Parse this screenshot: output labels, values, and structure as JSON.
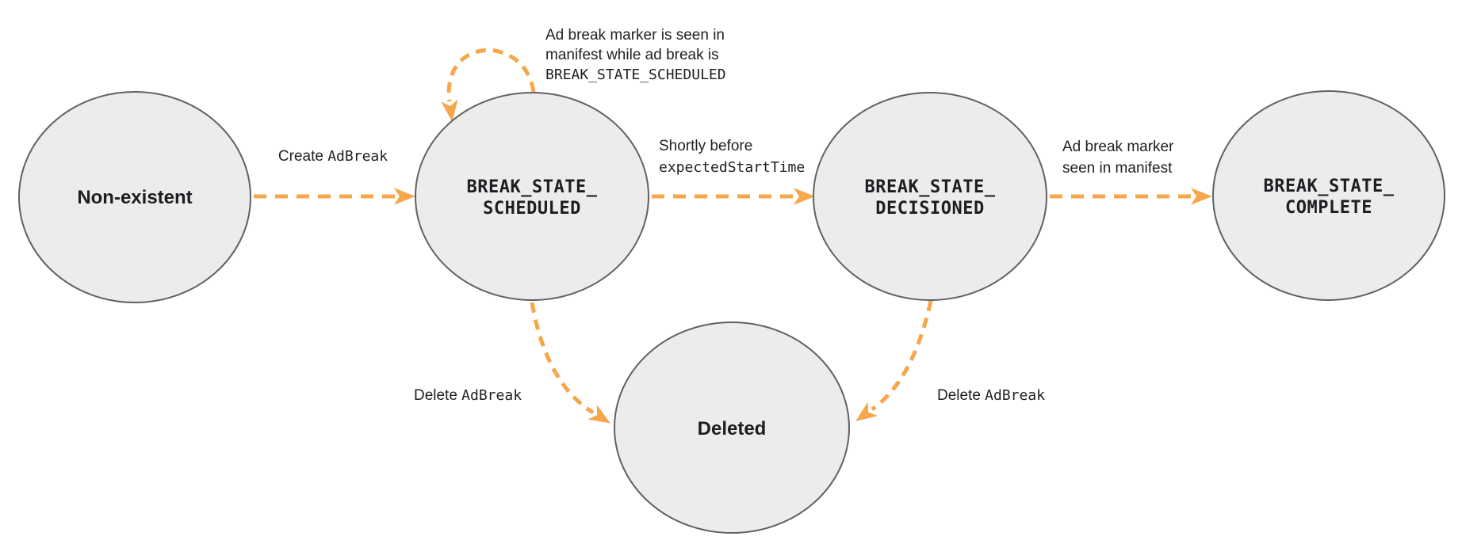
{
  "diagram": {
    "type": "state-machine",
    "colors": {
      "arrow": "#f6a64b",
      "node_fill": "#ececec",
      "node_stroke": "#5f6166",
      "text": "#202124"
    },
    "states": {
      "non_existent": {
        "label": "Non-existent"
      },
      "scheduled": {
        "line1": "BREAK_STATE_",
        "line2": "SCHEDULED"
      },
      "decisioned": {
        "line1": "BREAK_STATE_",
        "line2": "DECISIONED"
      },
      "complete": {
        "line1": "BREAK_STATE_",
        "line2": "COMPLETE"
      },
      "deleted": {
        "label": "Deleted"
      }
    },
    "transitions": {
      "create": {
        "plain": "Create ",
        "code": "AdBreak"
      },
      "self_loop": {
        "line1": "Ad break marker is seen in",
        "line2": "manifest while ad break is",
        "line3": "BREAK_STATE_SCHEDULED"
      },
      "shortly": {
        "line1": "Shortly before",
        "line2_code": "expectedStartTime"
      },
      "marker_seen": {
        "line1": "Ad break marker",
        "line2": "seen in manifest"
      },
      "delete_left": {
        "plain": "Delete ",
        "code": "AdBreak"
      },
      "delete_right": {
        "plain": "Delete ",
        "code": "AdBreak"
      }
    }
  }
}
